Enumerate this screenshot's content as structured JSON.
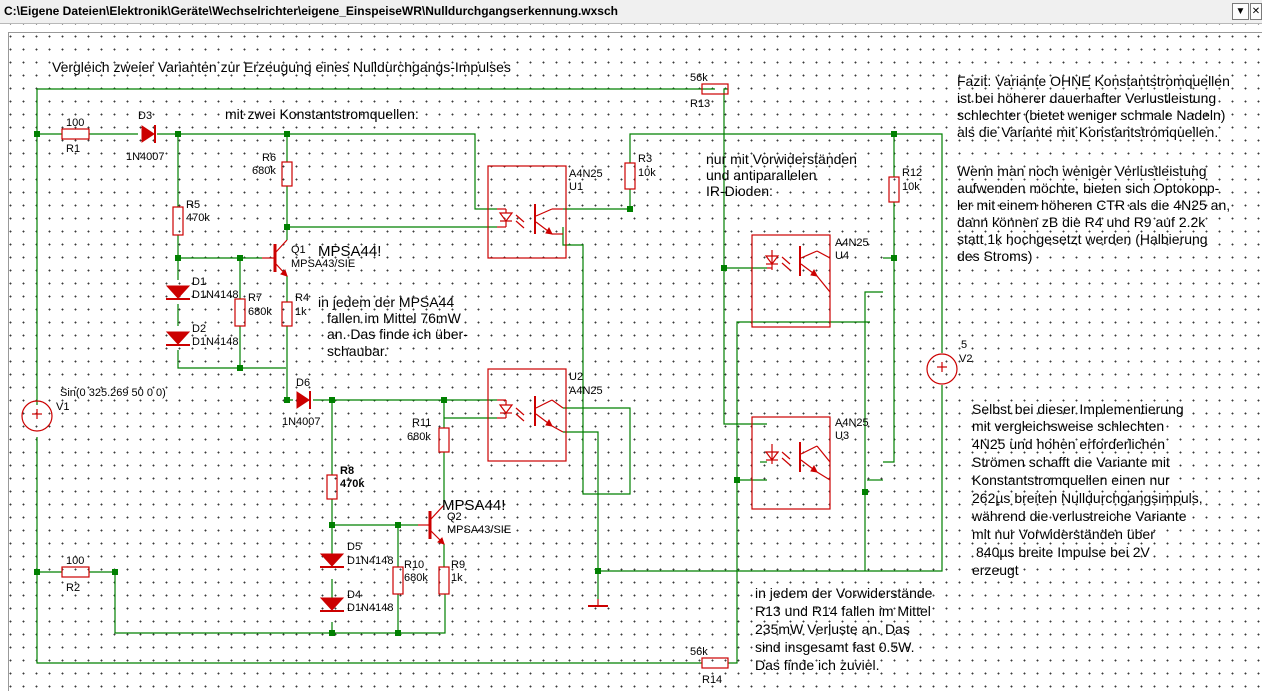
{
  "window": {
    "title": "C:\\Eigene Dateien\\Elektronik\\Geräte\\Wechselrichter\\eigene_EinspeiseWR\\Nulldurchgangserkennung.wxsch"
  },
  "notes": {
    "heading": "Vergleich zweier Varianten zur Erzeugung eines Nulldurchgangs-Impulses",
    "variant1": "mit zwei Konstantstromquellen:",
    "variant2": [
      "nur mit Vorwiderständen",
      "und antiparallelen",
      "IR-Dioden:"
    ],
    "mpsa_note": [
      "in jedem der MPSA44",
      "fallen im Mittel 76mW",
      "an. Das finde ich über-",
      "schaubar."
    ],
    "fazit": [
      "Fazit: Variante OHNE Konstantstromquellen",
      "ist bei höherer dauerhafter Verlustleistung",
      "schlechter (bietet weniger schmale Nadeln)",
      "als die Variante mit Konstantstromquellen.",
      "",
      "Wenn man noch weniger Verlustleistung",
      "aufwenden möchte, bieten sich Optokopp-",
      "ler mit einem höheren CTR als die 4N25 an,",
      "dann können zB die R4 und R9 auf 2.2k",
      "statt 1k hochgesetzt werden (Halbierung",
      "des Stroms)"
    ],
    "selbst": [
      "Selbst bei dieser Implementierung",
      "mit vergleichsweise schlechten",
      "4N25 und hohen erforderlichen",
      "Strömen schafft die Variante mit",
      "Konstantstromquellen einen nur",
      "262µs breiten Nulldurchgangsimpuls,",
      "während die verlustreiche Variante",
      "mit nur Vorwiderständen über",
      "840µs breite Impulse bei 2V",
      "erzeugt"
    ],
    "vorwid": [
      "in jedem der Vorwiderstände",
      "R13 und R14 fallen im Mittel",
      "235mW Verluste an. Das",
      "sind insgesamt fast 0.5W.",
      "Das finde ich zuviel."
    ]
  },
  "components": {
    "R1": {
      "ref": "R1",
      "value": "100"
    },
    "R2": {
      "ref": "R2",
      "value": "100"
    },
    "R13": {
      "ref": "R13",
      "value": "56k"
    },
    "R14": {
      "ref": "R14",
      "value": "56k"
    },
    "D3": {
      "ref": "D3",
      "value": "1N4007"
    },
    "D6": {
      "ref": "D6",
      "value": "1N4007"
    },
    "R5": {
      "ref": "R5",
      "value": "470k"
    },
    "R6": {
      "ref": "R6",
      "value": "680k"
    },
    "R7": {
      "ref": "R7",
      "value": "680k"
    },
    "R4": {
      "ref": "R4",
      "value": "1k"
    },
    "D1": {
      "ref": "D1",
      "value": "D1N4148"
    },
    "D2": {
      "ref": "D2",
      "value": "D1N4148"
    },
    "Q1": {
      "ref": "Q1",
      "value": "MPSA43/SIE",
      "note": "MPSA44!"
    },
    "Q2": {
      "ref": "Q2",
      "value": "MPSA43/SIE",
      "note": "MPSA44!"
    },
    "R8": {
      "ref": "R8",
      "value": "470k"
    },
    "R11": {
      "ref": "R11",
      "value": "680k"
    },
    "R10": {
      "ref": "R10",
      "value": "680k"
    },
    "R9": {
      "ref": "R9",
      "value": "1k"
    },
    "D5": {
      "ref": "D5",
      "value": "D1N4148"
    },
    "D4": {
      "ref": "D4",
      "value": "D1N4148"
    },
    "R3": {
      "ref": "R3",
      "value": "10k"
    },
    "R12": {
      "ref": "R12",
      "value": "10k"
    },
    "U1": {
      "ref": "U1",
      "value": "A4N25"
    },
    "U2": {
      "ref": "U2",
      "value": "A4N25"
    },
    "U3": {
      "ref": "U3",
      "value": "A4N25"
    },
    "U4": {
      "ref": "U4",
      "value": "A4N25"
    },
    "V1": {
      "ref": "V1",
      "value": "Sin(0 325.269 50 0 0)"
    },
    "V2": {
      "ref": "V2",
      "value": "5"
    }
  },
  "colors": {
    "wire": "#008000",
    "component": "#cc0000",
    "text": "#000000"
  }
}
